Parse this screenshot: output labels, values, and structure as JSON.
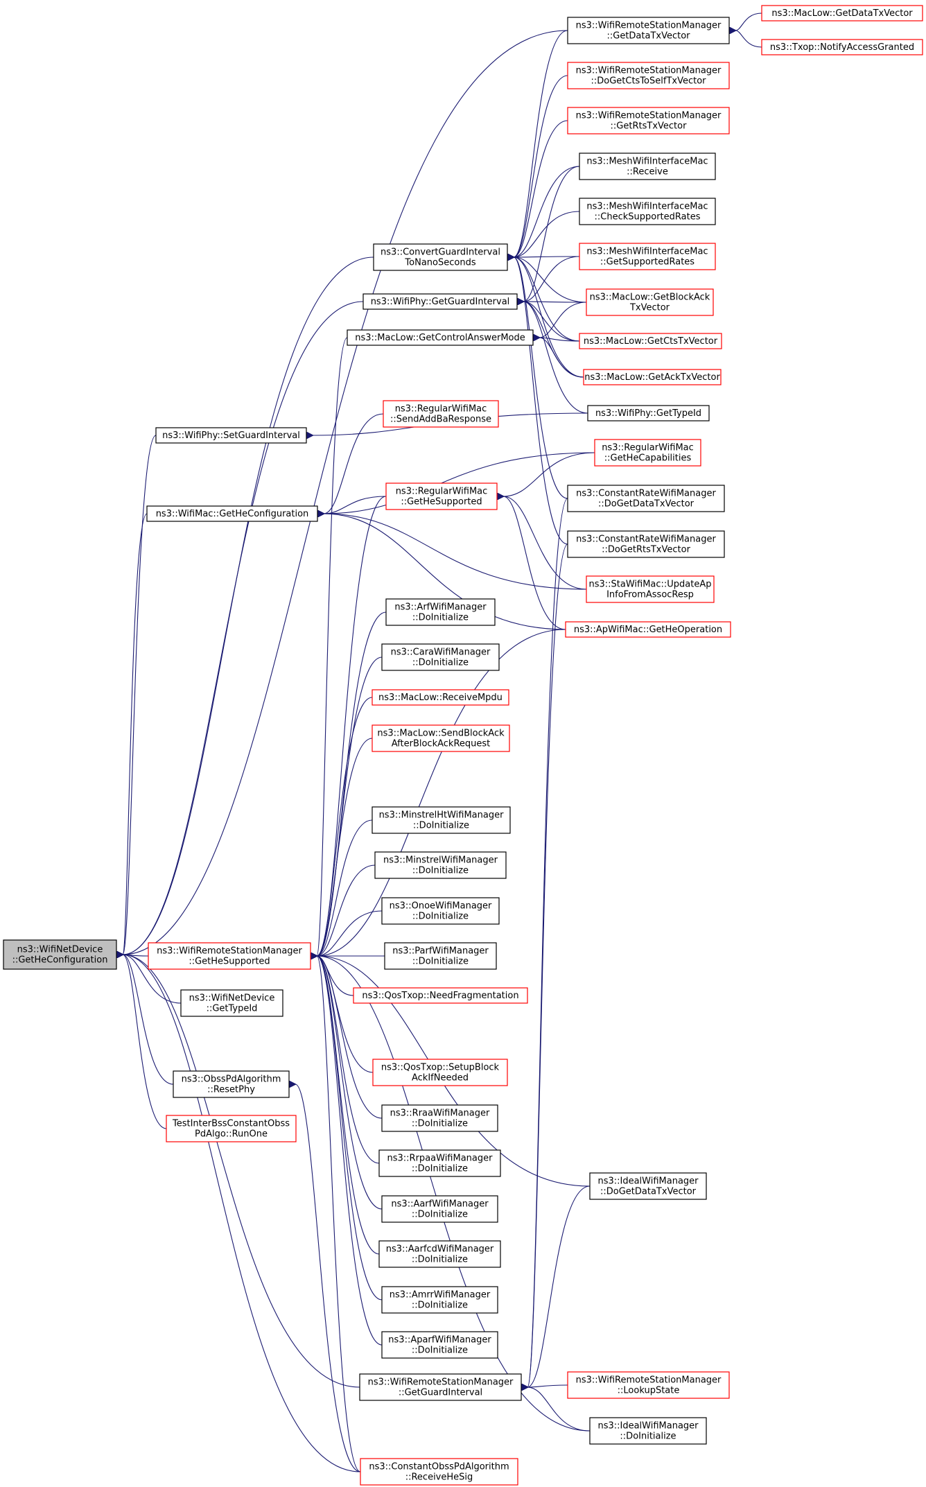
{
  "colors": {
    "edge": "#191970",
    "border_normal": "#000000",
    "border_truncated": "#ff0000",
    "root_fill": "#bfbfbf",
    "node_fill": "#ffffff"
  },
  "nodes": [
    {
      "id": "root",
      "lines": [
        "ns3::WifiNetDevice",
        "::GetHeConfiguration"
      ],
      "style": "root"
    },
    {
      "id": "wrsm_getdatatxvector",
      "lines": [
        "ns3::WifiRemoteStationManager",
        "::GetDataTxVector"
      ],
      "style": "normal"
    },
    {
      "id": "maclow_getdatatxvector",
      "lines": [
        "ns3::MacLow::GetDataTxVector"
      ],
      "style": "truncated"
    },
    {
      "id": "txop_notify",
      "lines": [
        "ns3::Txop::NotifyAccessGranted"
      ],
      "style": "truncated"
    },
    {
      "id": "wrsm_getctstoself",
      "lines": [
        "ns3::WifiRemoteStationManager",
        "::DoGetCtsToSelfTxVector"
      ],
      "style": "truncated"
    },
    {
      "id": "wrsm_getrts",
      "lines": [
        "ns3::WifiRemoteStationManager",
        "::GetRtsTxVector"
      ],
      "style": "truncated"
    },
    {
      "id": "mesh_receive",
      "lines": [
        "ns3::MeshWifiInterfaceMac",
        "::Receive"
      ],
      "style": "normal"
    },
    {
      "id": "mesh_checkrates",
      "lines": [
        "ns3::MeshWifiInterfaceMac",
        "::CheckSupportedRates"
      ],
      "style": "normal"
    },
    {
      "id": "mesh_getrates",
      "lines": [
        "ns3::MeshWifiInterfaceMac",
        "::GetSupportedRates"
      ],
      "style": "truncated"
    },
    {
      "id": "convert_gi",
      "lines": [
        "ns3::ConvertGuardInterval",
        "ToNanoSeconds"
      ],
      "style": "normal"
    },
    {
      "id": "maclow_getblockack",
      "lines": [
        "ns3::MacLow::GetBlockAck",
        "TxVector"
      ],
      "style": "truncated"
    },
    {
      "id": "wifiphy_getgi",
      "lines": [
        "ns3::WifiPhy::GetGuardInterval"
      ],
      "style": "normal"
    },
    {
      "id": "maclow_getcontrolanswer",
      "lines": [
        "ns3::MacLow::GetControlAnswerMode"
      ],
      "style": "normal"
    },
    {
      "id": "maclow_getcts",
      "lines": [
        "ns3::MacLow::GetCtsTxVector"
      ],
      "style": "truncated"
    },
    {
      "id": "maclow_getack",
      "lines": [
        "ns3::MacLow::GetAckTxVector"
      ],
      "style": "truncated"
    },
    {
      "id": "regular_sendaddba",
      "lines": [
        "ns3::RegularWifiMac",
        "::SendAddBaResponse"
      ],
      "style": "truncated"
    },
    {
      "id": "wifiphy_gettypeid",
      "lines": [
        "ns3::WifiPhy::GetTypeId"
      ],
      "style": "normal"
    },
    {
      "id": "wifiphy_setgi",
      "lines": [
        "ns3::WifiPhy::SetGuardInterval"
      ],
      "style": "normal"
    },
    {
      "id": "regular_gethecap",
      "lines": [
        "ns3::RegularWifiMac",
        "::GetHeCapabilities"
      ],
      "style": "truncated"
    },
    {
      "id": "regular_gethesupported",
      "lines": [
        "ns3::RegularWifiMac",
        "::GetHeSupported"
      ],
      "style": "truncated"
    },
    {
      "id": "constrate_getdata",
      "lines": [
        "ns3::ConstantRateWifiManager",
        "::DoGetDataTxVector"
      ],
      "style": "normal"
    },
    {
      "id": "wifimac_gethecfg",
      "lines": [
        "ns3::WifiMac::GetHeConfiguration"
      ],
      "style": "normal"
    },
    {
      "id": "constrate_getrts",
      "lines": [
        "ns3::ConstantRateWifiManager",
        "::DoGetRtsTxVector"
      ],
      "style": "normal"
    },
    {
      "id": "sta_updateap",
      "lines": [
        "ns3::StaWifiMac::UpdateAp",
        "InfoFromAssocResp"
      ],
      "style": "truncated"
    },
    {
      "id": "arf_init",
      "lines": [
        "ns3::ArfWifiManager",
        "::DoInitialize"
      ],
      "style": "normal"
    },
    {
      "id": "ap_getheop",
      "lines": [
        "ns3::ApWifiMac::GetHeOperation"
      ],
      "style": "truncated"
    },
    {
      "id": "cara_init",
      "lines": [
        "ns3::CaraWifiManager",
        "::DoInitialize"
      ],
      "style": "normal"
    },
    {
      "id": "maclow_receivempdu",
      "lines": [
        "ns3::MacLow::ReceiveMpdu"
      ],
      "style": "truncated"
    },
    {
      "id": "maclow_sendblockack",
      "lines": [
        "ns3::MacLow::SendBlockAck",
        "AfterBlockAckRequest"
      ],
      "style": "truncated"
    },
    {
      "id": "minstrelht_init",
      "lines": [
        "ns3::MinstrelHtWifiManager",
        "::DoInitialize"
      ],
      "style": "normal"
    },
    {
      "id": "minstrel_init",
      "lines": [
        "ns3::MinstrelWifiManager",
        "::DoInitialize"
      ],
      "style": "normal"
    },
    {
      "id": "onoe_init",
      "lines": [
        "ns3::OnoeWifiManager",
        "::DoInitialize"
      ],
      "style": "normal"
    },
    {
      "id": "wrsm_gethesupported",
      "lines": [
        "ns3::WifiRemoteStationManager",
        "::GetHeSupported"
      ],
      "style": "truncated"
    },
    {
      "id": "parf_init",
      "lines": [
        "ns3::ParfWifiManager",
        "::DoInitialize"
      ],
      "style": "normal"
    },
    {
      "id": "qostxop_needfrag",
      "lines": [
        "ns3::QosTxop::NeedFragmentation"
      ],
      "style": "truncated"
    },
    {
      "id": "wifinetdevice_gettypeid",
      "lines": [
        "ns3::WifiNetDevice",
        "::GetTypeId"
      ],
      "style": "normal"
    },
    {
      "id": "qostxop_setupblockack",
      "lines": [
        "ns3::QosTxop::SetupBlock",
        "AckIfNeeded"
      ],
      "style": "truncated"
    },
    {
      "id": "obsspd_resetphy",
      "lines": [
        "ns3::ObssPdAlgorithm",
        "::ResetPhy"
      ],
      "style": "normal"
    },
    {
      "id": "rraa_init",
      "lines": [
        "ns3::RraaWifiManager",
        "::DoInitialize"
      ],
      "style": "normal"
    },
    {
      "id": "test_interbss",
      "lines": [
        "TestInterBssConstantObss",
        "PdAlgo::RunOne"
      ],
      "style": "truncated"
    },
    {
      "id": "rrpaa_init",
      "lines": [
        "ns3::RrpaaWifiManager",
        "::DoInitialize"
      ],
      "style": "normal"
    },
    {
      "id": "ideal_getdata",
      "lines": [
        "ns3::IdealWifiManager",
        "::DoGetDataTxVector"
      ],
      "style": "normal"
    },
    {
      "id": "aarf_init",
      "lines": [
        "ns3::AarfWifiManager",
        "::DoInitialize"
      ],
      "style": "normal"
    },
    {
      "id": "aarfcd_init",
      "lines": [
        "ns3::AarfcdWifiManager",
        "::DoInitialize"
      ],
      "style": "normal"
    },
    {
      "id": "amrr_init",
      "lines": [
        "ns3::AmrrWifiManager",
        "::DoInitialize"
      ],
      "style": "normal"
    },
    {
      "id": "aparf_init",
      "lines": [
        "ns3::AparfWifiManager",
        "::DoInitialize"
      ],
      "style": "normal"
    },
    {
      "id": "wrsm_lookupstate",
      "lines": [
        "ns3::WifiRemoteStationManager",
        "::LookupState"
      ],
      "style": "truncated"
    },
    {
      "id": "wrsm_getgi",
      "lines": [
        "ns3::WifiRemoteStationManager",
        "::GetGuardInterval"
      ],
      "style": "normal"
    },
    {
      "id": "ideal_init",
      "lines": [
        "ns3::IdealWifiManager",
        "::DoInitialize"
      ],
      "style": "normal"
    },
    {
      "id": "constobss_receivehesig",
      "lines": [
        "ns3::ConstantObssPdAlgorithm",
        "::ReceiveHeSig"
      ],
      "style": "truncated"
    }
  ],
  "edges": [
    [
      "root",
      "wrsm_getdatatxvector"
    ],
    [
      "root",
      "convert_gi"
    ],
    [
      "root",
      "wifiphy_getgi"
    ],
    [
      "root",
      "wifiphy_setgi"
    ],
    [
      "root",
      "wifimac_gethecfg"
    ],
    [
      "root",
      "wrsm_gethesupported"
    ],
    [
      "root",
      "wifinetdevice_gettypeid"
    ],
    [
      "root",
      "obsspd_resetphy"
    ],
    [
      "root",
      "test_interbss"
    ],
    [
      "root",
      "wrsm_getgi"
    ],
    [
      "root",
      "constobss_receivehesig"
    ],
    [
      "wrsm_getdatatxvector",
      "maclow_getdatatxvector"
    ],
    [
      "wrsm_getdatatxvector",
      "txop_notify"
    ],
    [
      "convert_gi",
      "wrsm_getdatatxvector"
    ],
    [
      "convert_gi",
      "wrsm_getctstoself"
    ],
    [
      "convert_gi",
      "wrsm_getrts"
    ],
    [
      "convert_gi",
      "mesh_receive"
    ],
    [
      "convert_gi",
      "mesh_checkrates"
    ],
    [
      "convert_gi",
      "mesh_getrates"
    ],
    [
      "convert_gi",
      "maclow_getblockack"
    ],
    [
      "convert_gi",
      "maclow_getcts"
    ],
    [
      "convert_gi",
      "maclow_getack"
    ],
    [
      "convert_gi",
      "constrate_getdata"
    ],
    [
      "convert_gi",
      "constrate_getrts"
    ],
    [
      "wifiphy_getgi",
      "mesh_receive"
    ],
    [
      "wifiphy_getgi",
      "mesh_getrates"
    ],
    [
      "wifiphy_getgi",
      "maclow_getblockack"
    ],
    [
      "wifiphy_getgi",
      "maclow_getcts"
    ],
    [
      "wifiphy_getgi",
      "maclow_getack"
    ],
    [
      "wifiphy_getgi",
      "wifiphy_gettypeid"
    ],
    [
      "maclow_getcontrolanswer",
      "maclow_getblockack"
    ],
    [
      "maclow_getcontrolanswer",
      "maclow_getcts"
    ],
    [
      "maclow_getcontrolanswer",
      "maclow_getack"
    ],
    [
      "wifiphy_setgi",
      "wifiphy_gettypeid"
    ],
    [
      "wifimac_gethecfg",
      "regular_sendaddba"
    ],
    [
      "wifimac_gethecfg",
      "regular_gethecap"
    ],
    [
      "wifimac_gethecfg",
      "regular_gethesupported"
    ],
    [
      "wifimac_gethecfg",
      "sta_updateap"
    ],
    [
      "wifimac_gethecfg",
      "ap_getheop"
    ],
    [
      "regular_gethesupported",
      "regular_gethecap"
    ],
    [
      "regular_gethesupported",
      "sta_updateap"
    ],
    [
      "regular_gethesupported",
      "ap_getheop"
    ],
    [
      "wrsm_gethesupported",
      "maclow_getcontrolanswer"
    ],
    [
      "wrsm_gethesupported",
      "regular_gethesupported"
    ],
    [
      "wrsm_gethesupported",
      "arf_init"
    ],
    [
      "wrsm_gethesupported",
      "cara_init"
    ],
    [
      "wrsm_gethesupported",
      "maclow_receivempdu"
    ],
    [
      "wrsm_gethesupported",
      "maclow_sendblockack"
    ],
    [
      "wrsm_gethesupported",
      "ap_getheop"
    ],
    [
      "wrsm_gethesupported",
      "minstrelht_init"
    ],
    [
      "wrsm_gethesupported",
      "minstrel_init"
    ],
    [
      "wrsm_gethesupported",
      "onoe_init"
    ],
    [
      "wrsm_gethesupported",
      "parf_init"
    ],
    [
      "wrsm_gethesupported",
      "qostxop_needfrag"
    ],
    [
      "wrsm_gethesupported",
      "qostxop_setupblockack"
    ],
    [
      "wrsm_gethesupported",
      "rraa_init"
    ],
    [
      "wrsm_gethesupported",
      "rrpaa_init"
    ],
    [
      "wrsm_gethesupported",
      "aarf_init"
    ],
    [
      "wrsm_gethesupported",
      "aarfcd_init"
    ],
    [
      "wrsm_gethesupported",
      "amrr_init"
    ],
    [
      "wrsm_gethesupported",
      "aparf_init"
    ],
    [
      "wrsm_gethesupported",
      "ideal_getdata"
    ],
    [
      "wrsm_gethesupported",
      "ideal_init"
    ],
    [
      "wrsm_gethesupported",
      "constobss_receivehesig"
    ],
    [
      "obsspd_resetphy",
      "constobss_receivehesig"
    ],
    [
      "wrsm_getgi",
      "constrate_getdata"
    ],
    [
      "wrsm_getgi",
      "constrate_getrts"
    ],
    [
      "wrsm_getgi",
      "ideal_getdata"
    ],
    [
      "wrsm_getgi",
      "wrsm_lookupstate"
    ],
    [
      "wrsm_getgi",
      "ideal_init"
    ]
  ]
}
